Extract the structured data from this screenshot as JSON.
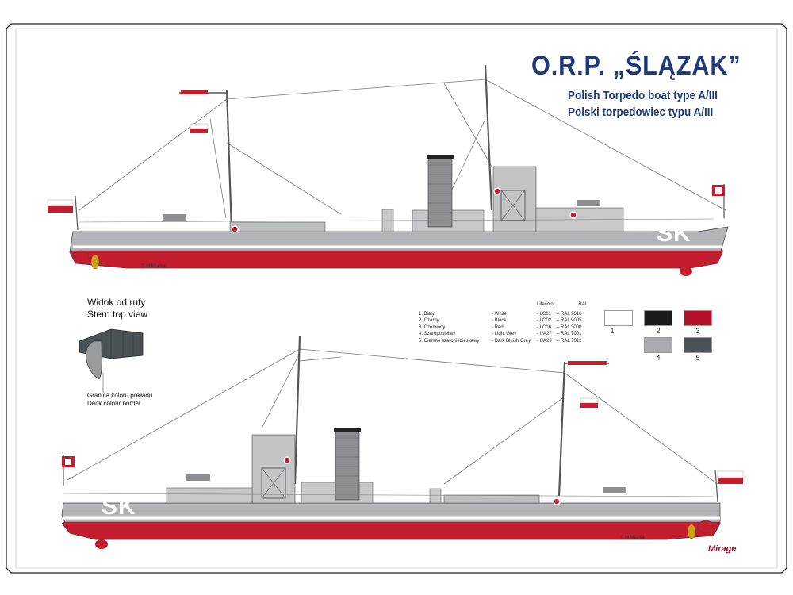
{
  "header": {
    "title": "O.R.P. „ŚLĄZAK”",
    "subtitle_en": "Polish Torpedo boat type A/III",
    "subtitle_pl": "Polski torpedowiec typu A/III"
  },
  "ship": {
    "hull_code": "SK",
    "credit": "© M.Miarka"
  },
  "stern_view": {
    "label_pl": "Widok od rufy",
    "label_en": "Stern top view",
    "deck_border_pl": "Granica koloru pokładu",
    "deck_border_en": "Deck colour border"
  },
  "legend": {
    "header_lifecolor": "Lifecolor",
    "header_ral": "RAL",
    "rows": [
      {
        "pl": "1. Biały",
        "en": "- White",
        "lc": "- LC01",
        "ral": "– RAL 9016"
      },
      {
        "pl": "2. Czarny",
        "en": "- Black",
        "lc": "- LC02",
        "ral": "– RAL 9005"
      },
      {
        "pl": "3. Czerwony",
        "en": "- Red",
        "lc": "- LC16",
        "ral": "– RAL 3000"
      },
      {
        "pl": "4. Szaropopielaty",
        "en": "- Light Grey",
        "lc": "- UA27",
        "ral": "– RAL 7001"
      },
      {
        "pl": "5. Ciemno szaroniebieskawy",
        "en": "- Dark Bluish Grey",
        "lc": "- UA29",
        "ral": "– RAL 7012"
      }
    ]
  },
  "swatches": [
    {
      "num": "1",
      "color": "#ffffff"
    },
    {
      "num": "2",
      "color": "#1a1a1a"
    },
    {
      "num": "3",
      "color": "#b3122a"
    },
    {
      "num": "4",
      "color": "#a9abae"
    },
    {
      "num": "5",
      "color": "#4a5256"
    }
  ],
  "brand": "Mirage"
}
